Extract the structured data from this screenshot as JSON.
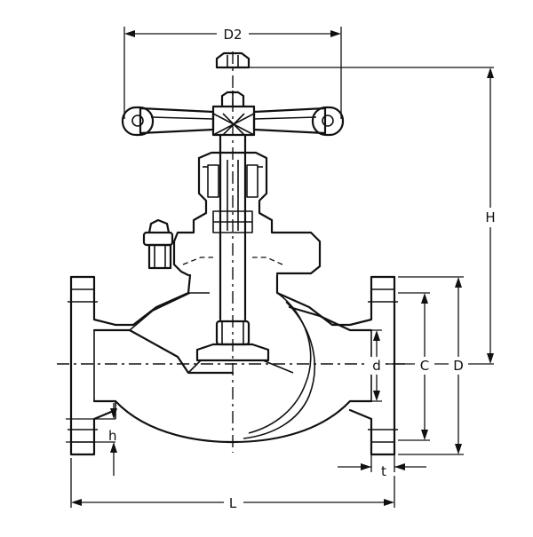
{
  "drawing": {
    "subject": "globe valve cross-section",
    "dimension_labels": {
      "D2": "D2",
      "H": "H",
      "d": "d",
      "C": "C",
      "D": "D",
      "h": "h",
      "t": "t",
      "L": "L"
    },
    "colors": {
      "line": "#111111",
      "background": "#ffffff"
    }
  }
}
